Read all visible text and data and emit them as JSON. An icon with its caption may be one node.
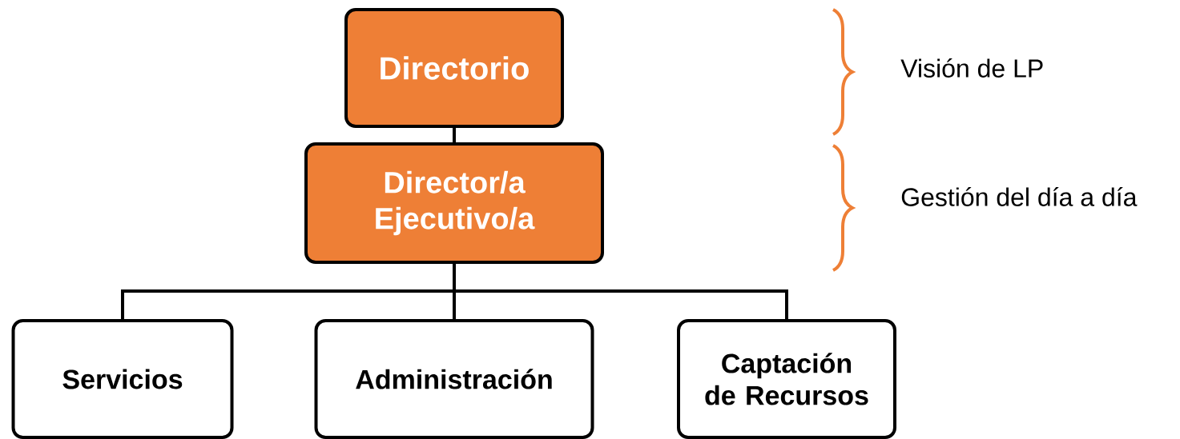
{
  "diagram": {
    "nodes": [
      {
        "text": [
          "Directorio"
        ]
      },
      {
        "text": [
          "Director/a Ejecutivo/a"
        ]
      },
      {
        "text": [
          "Servicios"
        ]
      },
      {
        "text": [
          "Administración"
        ]
      },
      {
        "text": [
          "Captación de Recursos"
        ]
      }
    ],
    "edges": [
      {
        "from": 0,
        "to": 1,
        "arrow": "none"
      },
      {
        "from": 1,
        "to": 2,
        "arrow": "none"
      },
      {
        "from": 1,
        "to": 3,
        "arrow": "none"
      },
      {
        "from": 1,
        "to": 4,
        "arrow": "none"
      }
    ],
    "labels": [
      "Visión de LP",
      "Gestión del día a día"
    ]
  }
}
